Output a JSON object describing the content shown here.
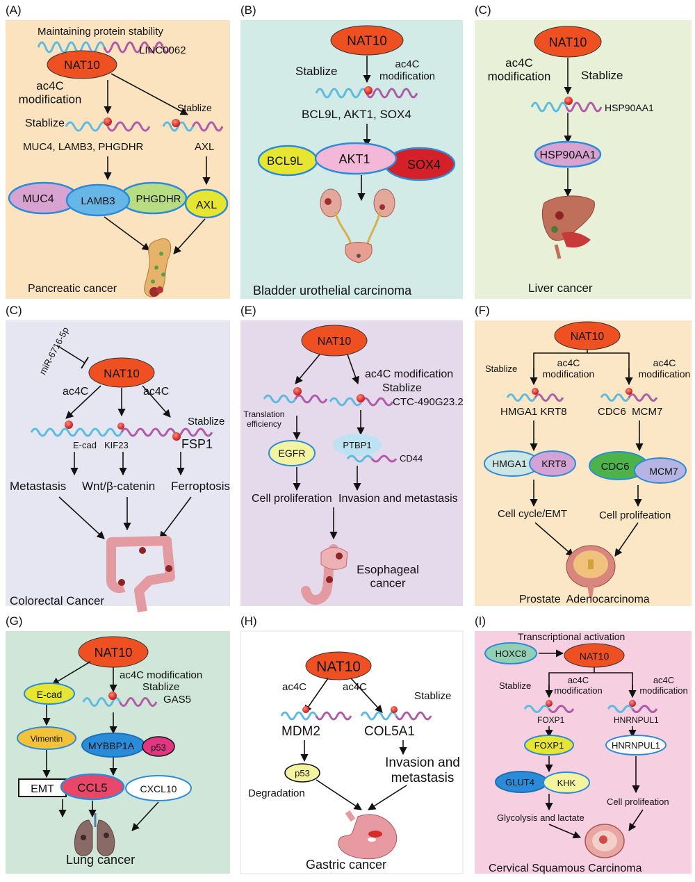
{
  "panels": {
    "a": {
      "label": "(A)",
      "top_text": "Maintaining protein stability",
      "linc": "LINC0062",
      "nat10": "NAT10",
      "mod": "ac4C\nmodification",
      "stab_left": "Stablize",
      "stab_right": "Stablize",
      "genes": "MUC4, LAMB3, PHGDHR",
      "axl_gene": "AXL",
      "p_muc4": "MUC4",
      "p_lamb3": "LAMB3",
      "p_phgdhr": "PHGDHR",
      "p_axl": "AXL",
      "cancer": "Pancreatic cancer"
    },
    "b": {
      "label": "(B)",
      "nat10": "NAT10",
      "stab": "Stablize",
      "mod": "ac4C\nmodification",
      "genes": "BCL9L, AKT1, SOX4",
      "p_bcl9l": "BCL9L",
      "p_akt1": "AKT1",
      "p_sox4": "SOX4",
      "cancer": "Bladder urothelial carcinoma"
    },
    "c": {
      "label": "(C)",
      "nat10": "NAT10",
      "mod": "ac4C\nmodification",
      "stab": "Stablize",
      "gene": "HSP90AA1",
      "p_hsp": "HSP90AA1",
      "cancer": "Liver cancer"
    },
    "d": {
      "label": "(C)",
      "mir": "miR-6716-5p",
      "nat10": "NAT10",
      "ac4c_l": "ac4C",
      "ac4c_r": "ac4C",
      "stab": "Stablize",
      "ecad": "E-cad",
      "kif23": "KIF23",
      "fsp1": "FSP1",
      "o1": "Metastasis",
      "o2": "Wnt/β-catenin",
      "o3": "Ferroptosis",
      "cancer": "Colorectal Cancer"
    },
    "e": {
      "label": "(E)",
      "nat10": "NAT10",
      "mod": "ac4C modification",
      "stab": "Stablize",
      "lnc": "CTC-490G23.2",
      "trans": "Translation\nefficiency",
      "egfr": "EGFR",
      "ptbp1": "PTBP1",
      "cd44": "CD44",
      "o1": "Cell proliferation",
      "o2": "Invasion and metastasis",
      "cancer": "Esophageal\ncancer"
    },
    "f": {
      "label": "(F)",
      "nat10": "NAT10",
      "stab": "Stablize",
      "mod_l": "ac4C\nmodification",
      "mod_r": "ac4C\nmodification",
      "genes_l": "HMGA1 KRT8",
      "genes_r": "CDC6  MCM7",
      "p_hmga1": "HMGA1",
      "p_krt8": "KRT8",
      "p_cdc6": "CDC6",
      "p_mcm7": "MCM7",
      "o1": "Cell cycle/EMT",
      "o2": "Cell prolifeation",
      "cancer": "Prostate  Adenocarcinoma"
    },
    "g": {
      "label": "(G)",
      "nat10": "NAT10",
      "mod": "ac4C modification",
      "stab": "Stablize",
      "gas5": "GAS5",
      "ecad": "E-cad",
      "vim": "Vimentin",
      "emt": "EMT",
      "mybbp1a": "MYBBP1A",
      "p53": "p53",
      "ccl5": "CCL5",
      "cxcl10": "CXCL10",
      "cancer": "Lung cancer"
    },
    "h": {
      "label": "(H)",
      "nat10": "NAT10",
      "ac4c_l": "ac4C",
      "ac4c_r": "ac4C",
      "stab": "Stablize",
      "mdm2": "MDM2",
      "col5a1": "COL5A1",
      "p53": "p53",
      "deg": "Degradation",
      "inv": "Invasion and\nmetastasis",
      "cancer": "Gastric cancer"
    },
    "i": {
      "label": "(I)",
      "trans": "Transcriptional activation",
      "hoxc8": "HOXC8",
      "nat10": "NAT10",
      "stab": "Stablize",
      "mod_l": "ac4C\nmodification",
      "mod_r": "ac4C\nmodification",
      "foxp1_g": "FOXP1",
      "hnrnpul1_g": "HNRNPUL1",
      "p_foxp1": "FOXP1",
      "p_hnrnpul1": "HNRNPUL1",
      "glut4": "GLUT4",
      "khk": "KHK",
      "o1": "Glycolysis and lactate",
      "o2": "Cell prolifeation",
      "cancer": "Cervical Squamous Carcinoma"
    }
  },
  "colors": {
    "a_bg": "#fbe3bf",
    "b_bg": "#d2ebe6",
    "c_bg": "#e8f0d8",
    "d_bg": "#e6e6f3",
    "e_bg": "#e5d9ec",
    "f_bg": "#fbe7c6",
    "g_bg": "#cfe6d9",
    "h_bg": "#ffffff",
    "i_bg": "#f6cfe0",
    "nat10": "#ee5022",
    "wave_blue": "#5bbbe0",
    "wave_purple": "#b05aa8",
    "dot": "#e8231f"
  }
}
